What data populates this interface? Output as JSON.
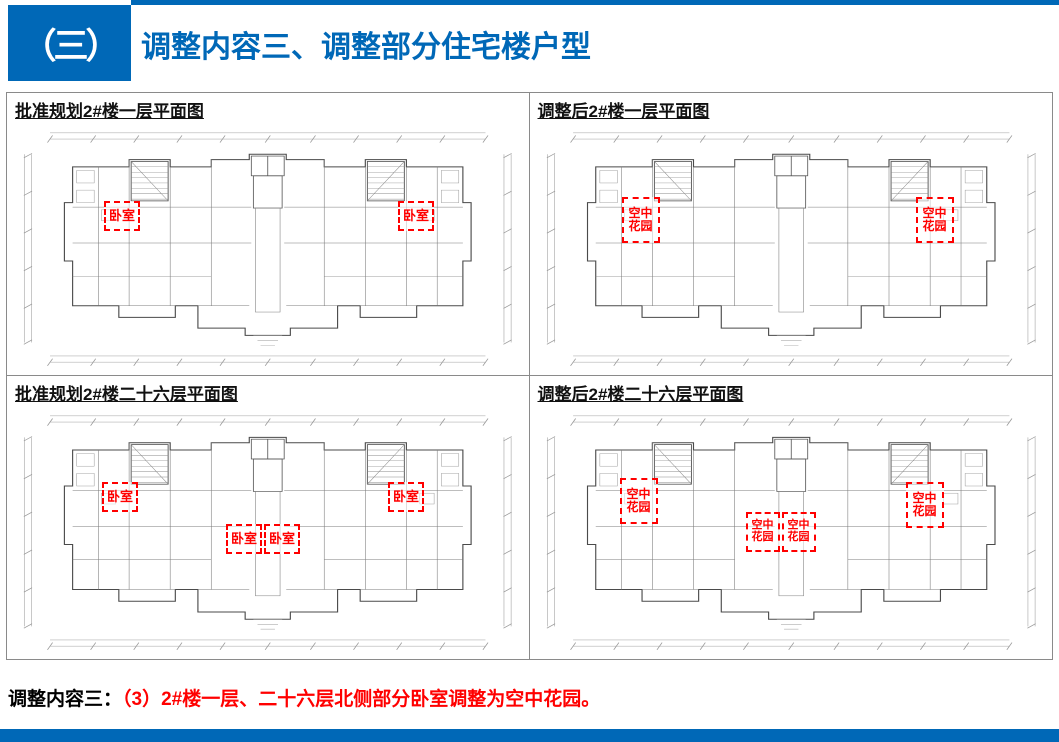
{
  "colors": {
    "accent_blue": "#0068B7",
    "annotation_red": "#FF0000"
  },
  "header": {
    "badge": "（三）",
    "title": "调整内容三、调整部分住宅楼户型"
  },
  "panels": [
    {
      "title": "批准规划2#楼一层平面图",
      "annotations": [
        "卧室",
        "卧室"
      ]
    },
    {
      "title": "调整后2#楼一层平面图",
      "annotations": [
        "空中花园",
        "空中花园"
      ]
    },
    {
      "title": "批准规划2#楼二十六层平面图",
      "annotations": [
        "卧室",
        "卧室",
        "卧室",
        "卧室"
      ]
    },
    {
      "title": "调整后2#楼二十六层平面图",
      "annotations": [
        "空中花园",
        "空中花园",
        "空中花园",
        "空中花园"
      ]
    }
  ],
  "footer": {
    "label": "调整内容三：",
    "text": "（3）2#楼一层、二十六层北侧部分卧室调整为空中花园。"
  }
}
